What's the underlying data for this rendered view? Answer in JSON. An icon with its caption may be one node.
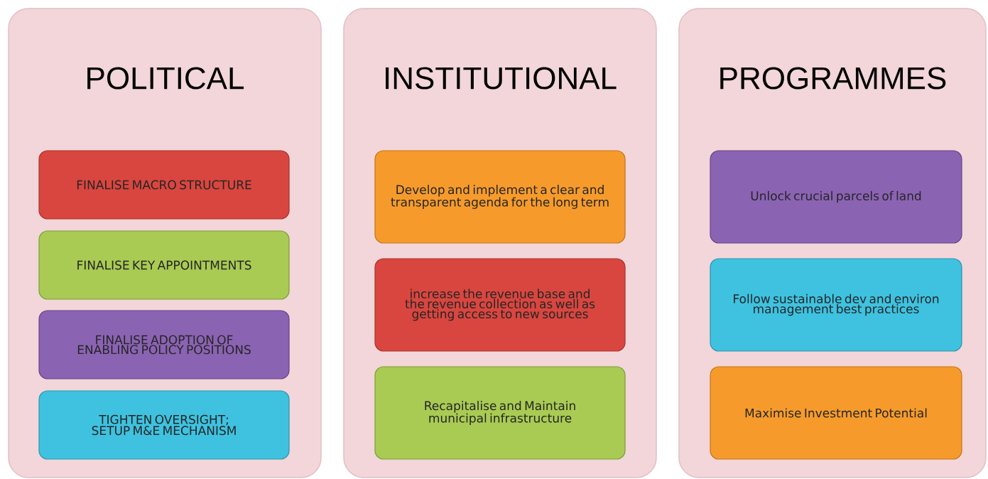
{
  "diagram": {
    "nodes": [
      {
        "text": [
          "POLITICAL"
        ]
      },
      {
        "text": [
          "FINALISE MACRO STRUCTURE"
        ],
        "in": 0
      },
      {
        "text": [
          "FINALISE KEY APPOINTMENTS"
        ],
        "in": 0
      },
      {
        "text": [
          "FINALISE ADOPTION OF ENABLING POLICY POSITIONS"
        ],
        "in": 0
      },
      {
        "text": [
          "TIGHTEN OVERSIGHT; SETUP M&E MECHANISM"
        ],
        "in": 0
      },
      {
        "text": [
          "INSTITUTIONAL"
        ]
      },
      {
        "text": [
          "Develop and implement a clear and transparent agenda for the long term"
        ],
        "in": 5
      },
      {
        "text": [
          "increase the revenue base and the revenue collection as well as getting access to new sources"
        ],
        "in": 5
      },
      {
        "text": [
          "Recapitalise and Maintain municipal infrastructure"
        ],
        "in": 5
      },
      {
        "text": [
          "PROGRAMMES"
        ]
      },
      {
        "text": [
          "Unlock crucial parcels of land"
        ],
        "in": 9
      },
      {
        "text": [
          "Follow sustainable dev and environ management best practices"
        ],
        "in": 9
      },
      {
        "text": [
          "Maximise Investment Potential"
        ],
        "in": 9
      }
    ]
  }
}
